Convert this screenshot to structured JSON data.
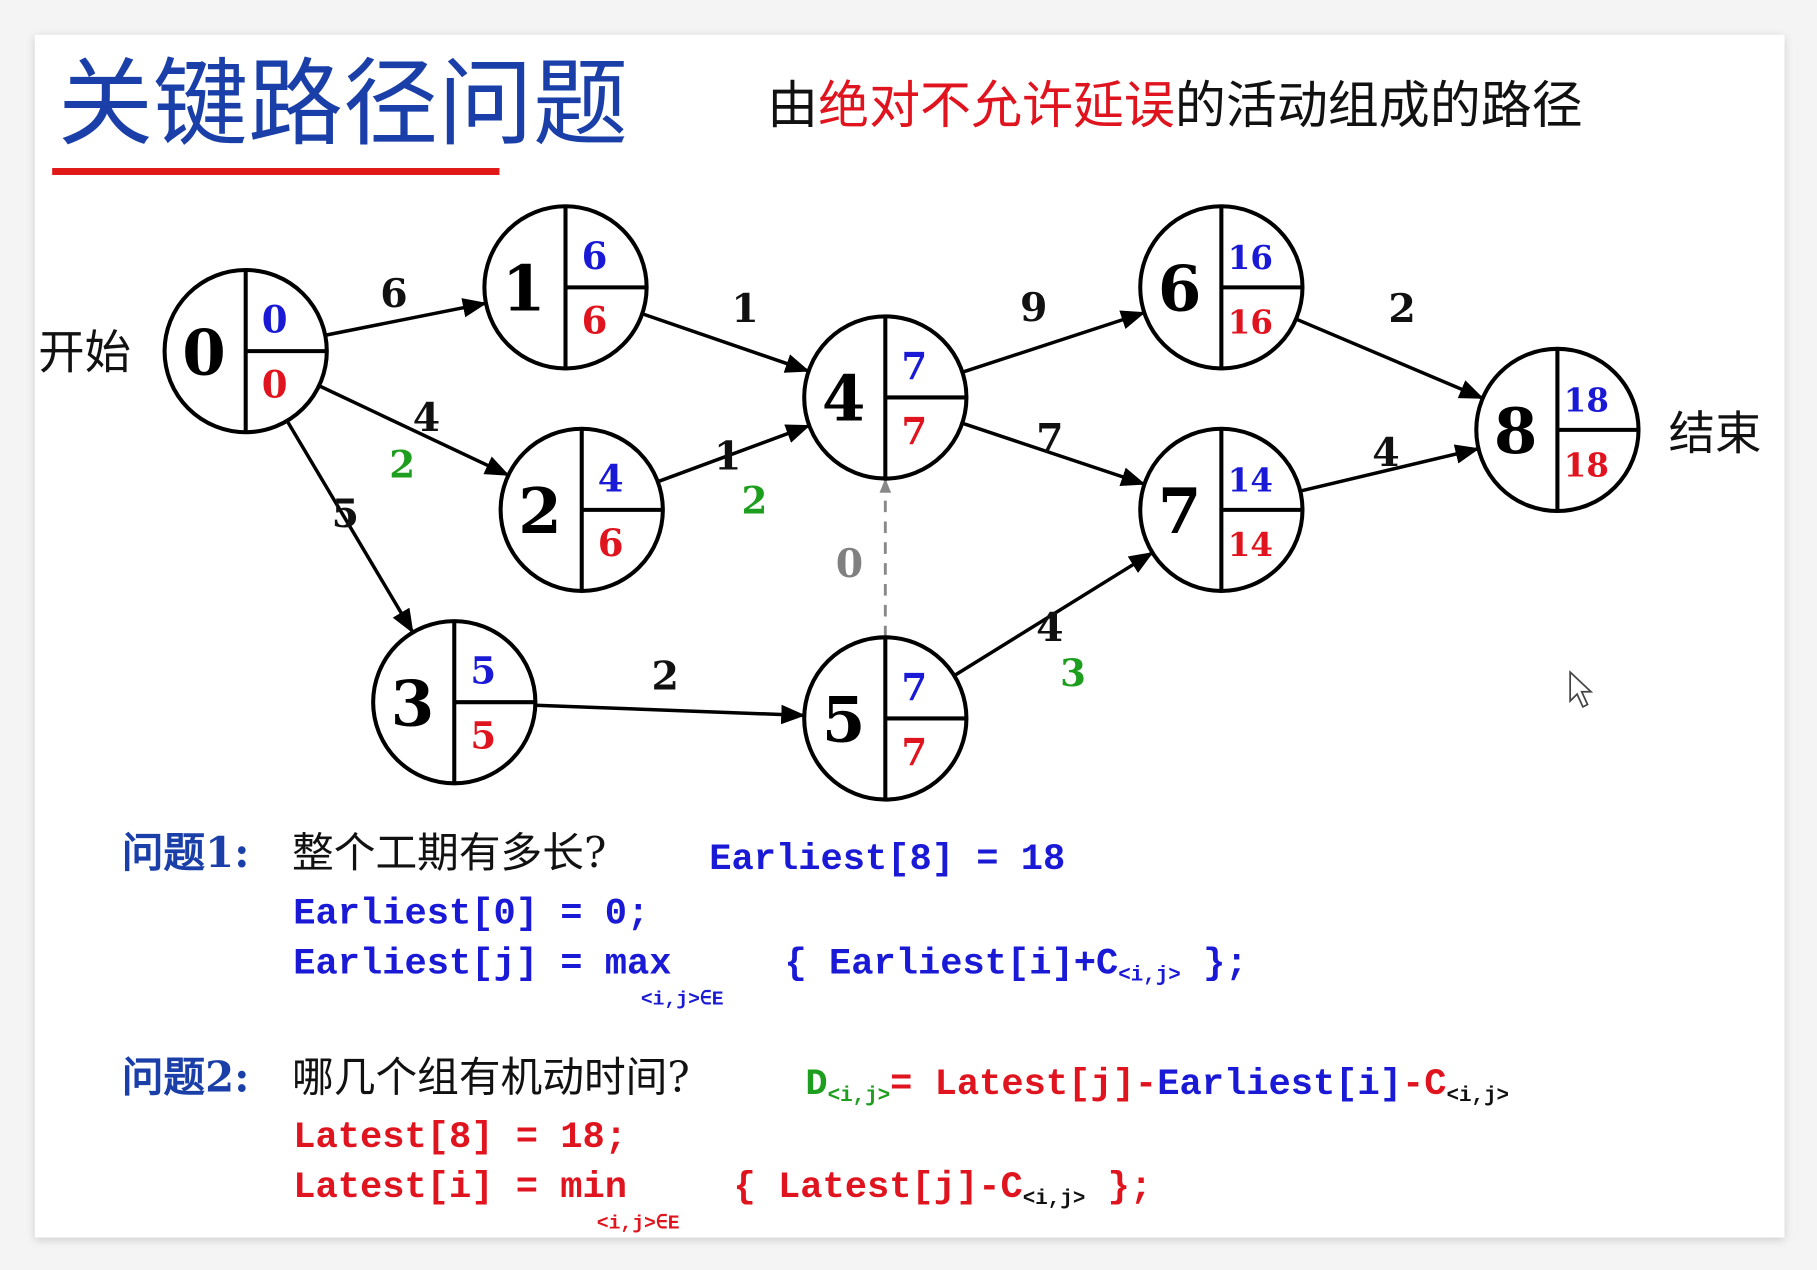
{
  "title": "关键路径问题",
  "subtitle": {
    "prefix": "由",
    "highlight": "绝对不允许延误",
    "suffix": "的活动组成的路径"
  },
  "start_label": "开始",
  "end_label": "结束",
  "colors": {
    "title": "#1a3fa8",
    "blue": "#1a1ad6",
    "red": "#e0141e",
    "green": "#1e9e1e",
    "gray": "#808080",
    "underline": "#e01818"
  },
  "nodes": [
    {
      "id": "0",
      "earliest": "0",
      "latest": "0"
    },
    {
      "id": "1",
      "earliest": "6",
      "latest": "6"
    },
    {
      "id": "2",
      "earliest": "4",
      "latest": "6"
    },
    {
      "id": "3",
      "earliest": "5",
      "latest": "5"
    },
    {
      "id": "4",
      "earliest": "7",
      "latest": "7"
    },
    {
      "id": "5",
      "earliest": "7",
      "latest": "7"
    },
    {
      "id": "6",
      "earliest": "16",
      "latest": "16"
    },
    {
      "id": "7",
      "earliest": "14",
      "latest": "14"
    },
    {
      "id": "8",
      "earliest": "18",
      "latest": "18"
    }
  ],
  "edges": [
    {
      "from": "0",
      "to": "1",
      "weight": "6"
    },
    {
      "from": "1",
      "to": "4",
      "weight": "1"
    },
    {
      "from": "0",
      "to": "2",
      "weight": "4",
      "slack": "2"
    },
    {
      "from": "2",
      "to": "4",
      "weight": "1",
      "slack": "2"
    },
    {
      "from": "0",
      "to": "3",
      "weight": "5"
    },
    {
      "from": "3",
      "to": "5",
      "weight": "2"
    },
    {
      "from": "4",
      "to": "6",
      "weight": "9"
    },
    {
      "from": "4",
      "to": "7",
      "weight": "7"
    },
    {
      "from": "6",
      "to": "8",
      "weight": "2"
    },
    {
      "from": "7",
      "to": "8",
      "weight": "4"
    },
    {
      "from": "5",
      "to": "7",
      "weight": "4",
      "slack": "3"
    },
    {
      "from": "5",
      "to": "4",
      "weight": "0",
      "dashed": true
    }
  ],
  "q1": {
    "label": "问题1:",
    "question": "整个工期有多长?",
    "answer": "Earliest[8] = 18",
    "line1": "Earliest[0] = 0;",
    "line2_a": "Earliest[j] = max",
    "line2_b": "{ Earliest[i]+C",
    "line2_sub": "<i,j>",
    "line2_c": " };",
    "under": "<i,j>∈E"
  },
  "q2": {
    "label": "问题2:",
    "question": "哪几个组有机动时间?",
    "formula_d": "D",
    "formula_d_sub": "<i,j>",
    "formula_eq": "= Latest[j]-",
    "formula_earliest": "Earliest[i]",
    "formula_c": "-C",
    "formula_c_sub": "<i,j>",
    "line1": "Latest[8] = 18;",
    "line2_a": "Latest[i] = min",
    "line2_b": "{ Latest[j]-C",
    "line2_sub": "<i,j>",
    "line2_c": " };",
    "under": "<i,j>∈E"
  }
}
